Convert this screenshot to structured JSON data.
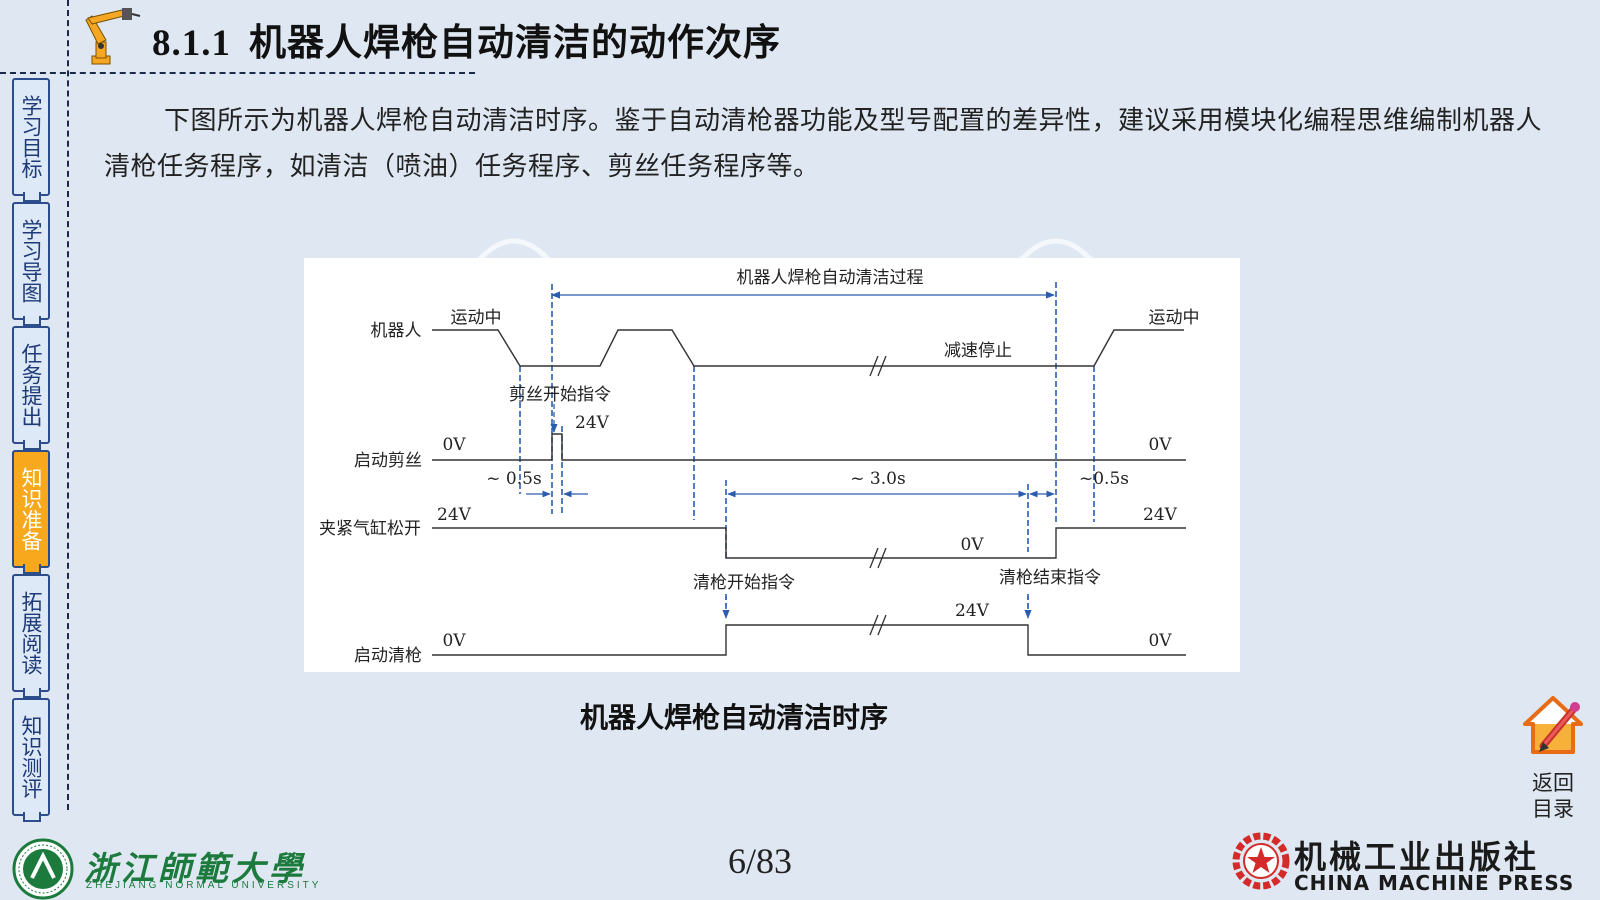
{
  "header": {
    "section_number": "8.1.1",
    "title": "机器人焊枪自动清洁的动作次序"
  },
  "sidebar": {
    "items": [
      {
        "label": "学习目标",
        "active": false
      },
      {
        "label": "学习导图",
        "active": false
      },
      {
        "label": "任务提出",
        "active": false
      },
      {
        "label": "知识准备",
        "active": true
      },
      {
        "label": "拓展阅读",
        "active": false
      },
      {
        "label": "知识测评",
        "active": false
      }
    ]
  },
  "intro": "下图所示为机器人焊枪自动清洁时序。鉴于自动清枪器功能及型号配置的差异性，建议采用模块化编程思维编制机器人清枪任务程序，如清洁（喷油）任务程序、剪丝任务程序等。",
  "figure": {
    "caption": "机器人焊枪自动清洁时序",
    "labels": {
      "process": "机器人焊枪自动清洁过程",
      "robot": "机器人",
      "moving_left": "运动中",
      "moving_right": "运动中",
      "decel_stop": "减速停止",
      "cut_cmd": "剪丝开始指令",
      "cut_24v": "24V",
      "start_cut": "启动剪丝",
      "cut_0v_left": "0V",
      "cut_0v_right": "0V",
      "t_05_left": "~ 0.5s",
      "t_30": "~ 3.0s",
      "t_05_right": "~0.5s",
      "clamp": "夹紧气缸松开",
      "clamp_24v_left": "24V",
      "clamp_24v_right": "24V",
      "clamp_0v": "0V",
      "clean_start_cmd": "清枪开始指令",
      "clean_end_cmd": "清枪结束指令",
      "start_clean": "启动清枪",
      "clean_24v": "24V",
      "clean_0v_left": "0V",
      "clean_0v_right": "0V"
    }
  },
  "footer": {
    "page": "6/83",
    "university_cn": "浙江師範大學",
    "university_en": "ZHEJIANG NORMAL UNIVERSITY",
    "press_cn": "机械工业出版社",
    "press_en": "CHINA MACHINE PRESS",
    "return_label_1": "返回",
    "return_label_2": "目录"
  },
  "colors": {
    "sidebar_active": "#f7a81c",
    "sidebar_border": "#2b4d8c",
    "arrow_blue": "#2a5db0",
    "uni_green": "#1b7a3c",
    "press_red": "#d42a2a"
  }
}
